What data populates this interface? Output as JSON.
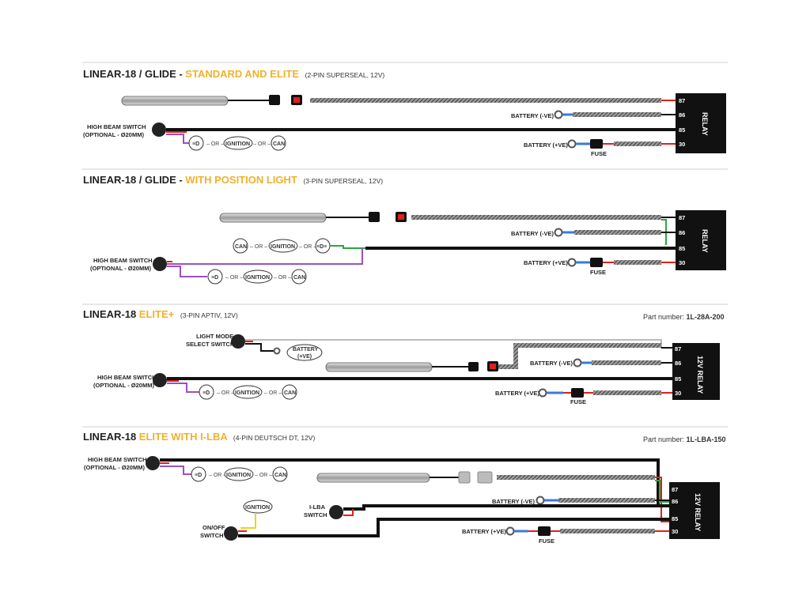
{
  "colors": {
    "accent": "#f1b12d",
    "wire_black": "#111111",
    "wire_red": "#e0201a",
    "wire_purple": "#9a4fc4",
    "wire_green": "#27a844",
    "wire_yellow": "#f2d21a",
    "braid": "#8c8c8c",
    "relay": "#111111"
  },
  "sections": [
    {
      "title_main": "LINEAR-18 / GLIDE - ",
      "title_highlight": "STANDARD AND ELITE",
      "title_sub": "(2-PIN SUPERSEAL, 12V)",
      "part_label": "",
      "part_number": "",
      "relay_label": "RELAY",
      "pins": [
        "87",
        "86",
        "85",
        "30"
      ],
      "switch_label_1": "HIGH BEAM SWITCH",
      "switch_label_2": "(OPTIONAL - Ø20MM)",
      "options": [
        "CAN",
        "IGNITION"
      ],
      "or": "– OR –",
      "battery_neg": "BATTERY (-VE)",
      "battery_pos": "BATTERY (+VE)",
      "fuse": "FUSE"
    },
    {
      "title_main": "LINEAR-18 / GLIDE - ",
      "title_highlight": "WITH POSITION LIGHT",
      "title_sub": "(3-PIN SUPERSEAL, 12V)",
      "part_label": "",
      "part_number": "",
      "relay_label": "RELAY",
      "pins": [
        "87",
        "86",
        "85",
        "30"
      ],
      "switch_label_1": "HIGH BEAM SWITCH",
      "switch_label_2": "(OPTIONAL - Ø20MM)",
      "options": [
        "CAN",
        "IGNITION"
      ],
      "or": "– OR –",
      "battery_neg": "BATTERY (-VE)",
      "battery_pos": "BATTERY (+VE)",
      "fuse": "FUSE"
    },
    {
      "title_main": "LINEAR-18 ",
      "title_highlight": "ELITE+",
      "title_sub": "(3-PIN APTIV, 12V)",
      "part_label": "Part number: ",
      "part_number": "1L-28A-200",
      "relay_label": "12V RELAY",
      "pins": [
        "87",
        "86",
        "85",
        "30"
      ],
      "switch_label_1": "HIGH BEAM SWITCH",
      "switch_label_2": "(OPTIONAL - Ø20MM)",
      "mode_label_1": "LIGHT MODE",
      "mode_label_2": "SELECT SWITCH",
      "mode_battery_1": "BATTERY",
      "mode_battery_2": "(+VE)",
      "options": [
        "CAN",
        "IGNITION"
      ],
      "or": "– OR –",
      "battery_neg": "BATTERY (-VE)",
      "battery_pos": "BATTERY (+VE)",
      "fuse": "FUSE"
    },
    {
      "title_main": "LINEAR-18 ",
      "title_highlight": "ELITE WITH I-LBA",
      "title_sub": "(4-PIN DEUTSCH DT, 12V)",
      "part_label": "Part number: ",
      "part_number": "1L-LBA-150",
      "relay_label": "12V RELAY",
      "pins": [
        "87",
        "86",
        "85",
        "30"
      ],
      "switch_label_1": "HIGH BEAM SWITCH",
      "switch_label_2": "(OPTIONAL - Ø20MM)",
      "ilba_label_1": "I-LBA",
      "ilba_label_2": "SWITCH",
      "onoff_label_1": "ON/OFF",
      "onoff_label_2": "SWITCH",
      "ignition_tag": "IGNITION",
      "options": [
        "CAN",
        "IGNITION"
      ],
      "or": "– OR –",
      "battery_neg": "BATTERY (-VE)",
      "battery_pos": "BATTERY (+VE)",
      "fuse": "FUSE"
    }
  ]
}
